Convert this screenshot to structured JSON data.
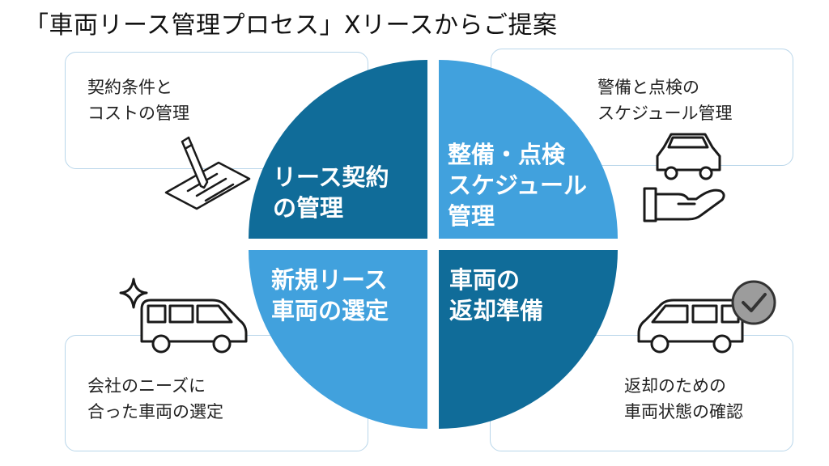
{
  "title": "「車両リース管理プロセス」Xリースからご提案",
  "quadrants": {
    "top_left": {
      "lines": [
        "リース契約",
        "の管理"
      ],
      "color": "#106c99"
    },
    "top_right": {
      "lines": [
        "整備・点検",
        "スケジュール",
        "管理"
      ],
      "color": "#41a1dd"
    },
    "bottom_left": {
      "lines": [
        "新規リース",
        "車両の選定"
      ],
      "color": "#41a1dd"
    },
    "bottom_right": {
      "lines": [
        "車両の",
        "返却準備"
      ],
      "color": "#106c99"
    }
  },
  "cards": {
    "top_left": {
      "lines": [
        "契約条件と",
        "コストの管理"
      ],
      "icon": "contract-pen-icon"
    },
    "top_right": {
      "lines": [
        "警備と点検の",
        "スケジュール管理"
      ],
      "icon": "car-in-hand-icon"
    },
    "bottom_left": {
      "lines": [
        "会社のニーズに",
        "合った車両の選定"
      ],
      "icon": "sparkle-van-icon"
    },
    "bottom_right": {
      "lines": [
        "返却のための",
        "車両状態の確認"
      ],
      "icon": "van-checkmark-icon"
    }
  }
}
